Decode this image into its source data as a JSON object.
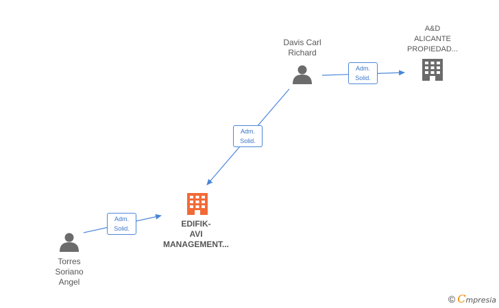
{
  "nodes": {
    "davis": {
      "label_line1": "Davis Carl",
      "label_line2": "Richard",
      "type": "person",
      "icon": "person-icon"
    },
    "ad": {
      "label_line1": "A&D",
      "label_line2": "ALICANTE",
      "label_line3": "PROPIEDAD...",
      "type": "company",
      "icon": "building-icon"
    },
    "edifik": {
      "label_line1": "EDIFIK-",
      "label_line2": "AVI",
      "label_line3": "MANAGEMENT...",
      "type": "company",
      "icon": "building-icon"
    },
    "torres": {
      "label_line1": "Torres",
      "label_line2": "Soriano",
      "label_line3": "Angel",
      "type": "person",
      "icon": "person-icon"
    }
  },
  "edges": [
    {
      "from": "davis",
      "to": "ad",
      "label_line1": "Adm.",
      "label_line2": "Solid."
    },
    {
      "from": "davis",
      "to": "edifik",
      "label_line1": "Adm.",
      "label_line2": "Solid."
    },
    {
      "from": "torres",
      "to": "edifik",
      "label_line1": "Adm.",
      "label_line2": "Solid."
    }
  ],
  "colors": {
    "edge": "#4a86d8",
    "person_icon": "#6b6b6b",
    "company_icon": "#6b6b6b",
    "focus_company_icon": "#f26a36"
  },
  "brand": {
    "copyright_symbol": "©",
    "initial": "C",
    "name_rest": "mpresia"
  }
}
